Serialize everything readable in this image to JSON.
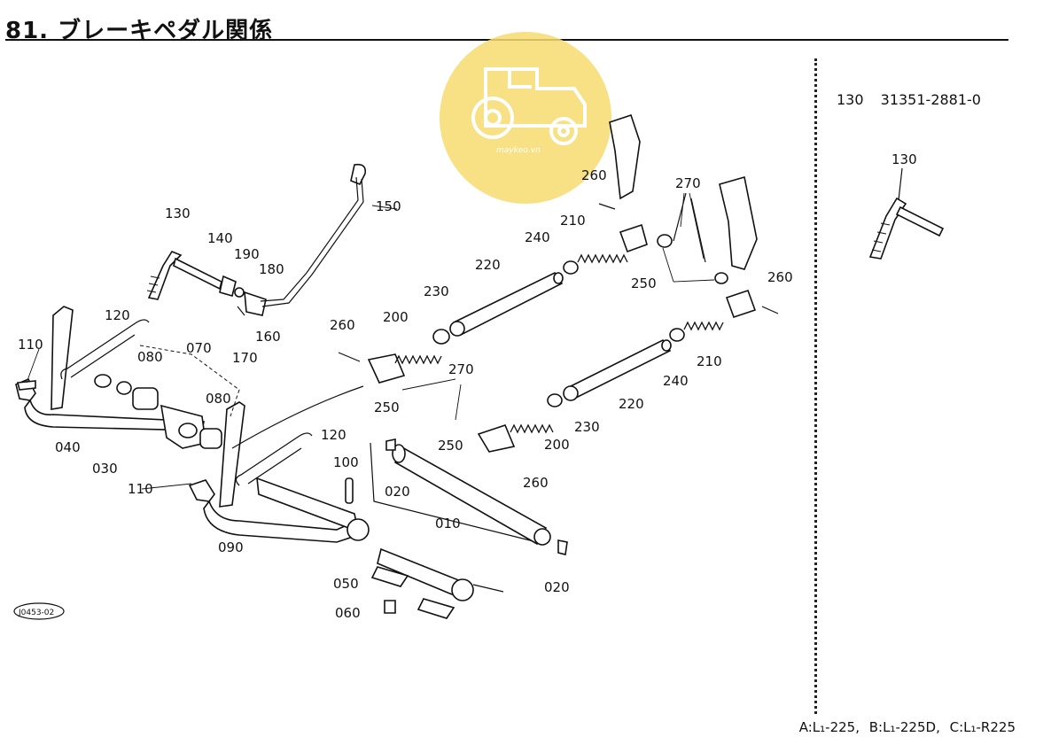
{
  "page": {
    "title": "81. ブレーキペダル関係",
    "side_part": {
      "number": "130",
      "code": "31351-2881-0"
    },
    "side_label": "130",
    "footer": [
      "A:L₁-225,",
      "B:L₁-225D,",
      "C:L₁-R225"
    ],
    "ref_code": "J0453-02"
  },
  "watermark": {
    "text": "maykeo.vn",
    "color": "#f7dc6f"
  },
  "callouts": [
    {
      "id": "c010",
      "text": "010"
    },
    {
      "id": "c020a",
      "text": "020"
    },
    {
      "id": "c020b",
      "text": "020"
    },
    {
      "id": "c030",
      "text": "030"
    },
    {
      "id": "c040",
      "text": "040"
    },
    {
      "id": "c050",
      "text": "050"
    },
    {
      "id": "c060",
      "text": "060"
    },
    {
      "id": "c070",
      "text": "070"
    },
    {
      "id": "c080a",
      "text": "080"
    },
    {
      "id": "c080b",
      "text": "080"
    },
    {
      "id": "c090",
      "text": "090"
    },
    {
      "id": "c100",
      "text": "100"
    },
    {
      "id": "c110a",
      "text": "110"
    },
    {
      "id": "c110b",
      "text": "110"
    },
    {
      "id": "c120a",
      "text": "120"
    },
    {
      "id": "c120b",
      "text": "120"
    },
    {
      "id": "c130",
      "text": "130"
    },
    {
      "id": "c140",
      "text": "140"
    },
    {
      "id": "c150",
      "text": "150"
    },
    {
      "id": "c160",
      "text": "160"
    },
    {
      "id": "c170",
      "text": "170"
    },
    {
      "id": "c180",
      "text": "180"
    },
    {
      "id": "c190",
      "text": "190"
    },
    {
      "id": "c200a",
      "text": "200"
    },
    {
      "id": "c200b",
      "text": "200"
    },
    {
      "id": "c210a",
      "text": "210"
    },
    {
      "id": "c210b",
      "text": "210"
    },
    {
      "id": "c220a",
      "text": "220"
    },
    {
      "id": "c220b",
      "text": "220"
    },
    {
      "id": "c230a",
      "text": "230"
    },
    {
      "id": "c230b",
      "text": "230"
    },
    {
      "id": "c240a",
      "text": "240"
    },
    {
      "id": "c240b",
      "text": "240"
    },
    {
      "id": "c250a",
      "text": "250"
    },
    {
      "id": "c250b",
      "text": "250"
    },
    {
      "id": "c250c",
      "text": "250"
    },
    {
      "id": "c260a",
      "text": "260"
    },
    {
      "id": "c260b",
      "text": "260"
    },
    {
      "id": "c260c",
      "text": "260"
    },
    {
      "id": "c260d",
      "text": "260"
    },
    {
      "id": "c270a",
      "text": "270"
    },
    {
      "id": "c270b",
      "text": "270"
    }
  ]
}
